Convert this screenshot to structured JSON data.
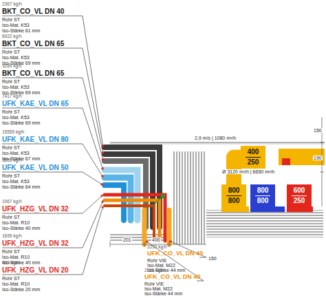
{
  "diagram": {
    "nodes": [
      {
        "text": [
          "400",
          "250"
        ]
      },
      {
        "text": [
          "800",
          "800"
        ]
      },
      {
        "text": [
          "800",
          "800"
        ]
      },
      {
        "text": [
          "600",
          "250"
        ]
      }
    ],
    "edges": [
      {
        "from": 0,
        "to": 1,
        "arrow": "none"
      }
    ],
    "labels": [
      "2367 kg/h",
      "BKT_CO_VL DN 40",
      "Rohr ST",
      "Iso-Mat. K53",
      "Iso-Stärke 61 mm",
      "6922 kg/h",
      "BKT_CO_VL DN 65",
      "Rohr ST",
      "Iso-Mat. K53",
      "Iso-Stärke 69 mm",
      "9289 kg/h",
      "BKT_CO_VL DN 65",
      "Rohr ST",
      "Iso-Mat. K53",
      "Iso-Stärke 69 mm",
      "7417 kg/h",
      "UFK_KAE_VL DN 65",
      "Rohr ST",
      "Iso-Mat. K53",
      "Iso-Stärke 69 mm",
      "15555 kg/h",
      "UFK_KAE_VL DN 80",
      "Rohr ST",
      "Iso-Mat. K53",
      "Iso-Stärke 67 mm",
      "3551 kg/h",
      "UFK_KAE_VL DN 50",
      "Rohr ST",
      "Iso-Mat. K53",
      "Iso-Stärke 64 mm",
      "1067 kg/h",
      "UFK_HZG_VL DN 32",
      "Rohr ST",
      "Iso-Mat. R10",
      "Iso-Stärke 40 mm",
      "1695 kg/h",
      "UFK_HZG_VL DN 32",
      "Rohr ST",
      "Iso-Mat. R10",
      "Iso-Stärke 40 mm",
      "439 kg/h",
      "UFK_HZG_VL DN 20",
      "Rohr ST",
      "Iso-Mat. R10",
      "Iso-Stärke 20 mm",
      "2293 kg/h",
      "UFK_CO_VL DN 40",
      "Rohr VIE",
      "Iso-Mat. M22",
      "Iso-Stärke 44 mm",
      "2166 kg/h",
      "UFK_CO_VL DN 40",
      "Rohr VIE",
      "Iso-Mat. M22",
      "Iso-Stärke 44 mm",
      "2,9 m/s | 1080 m³/h",
      "Ø 3120 m³/h | 6650 m³/h",
      "201",
      "400",
      "150",
      "150",
      "190"
    ]
  }
}
